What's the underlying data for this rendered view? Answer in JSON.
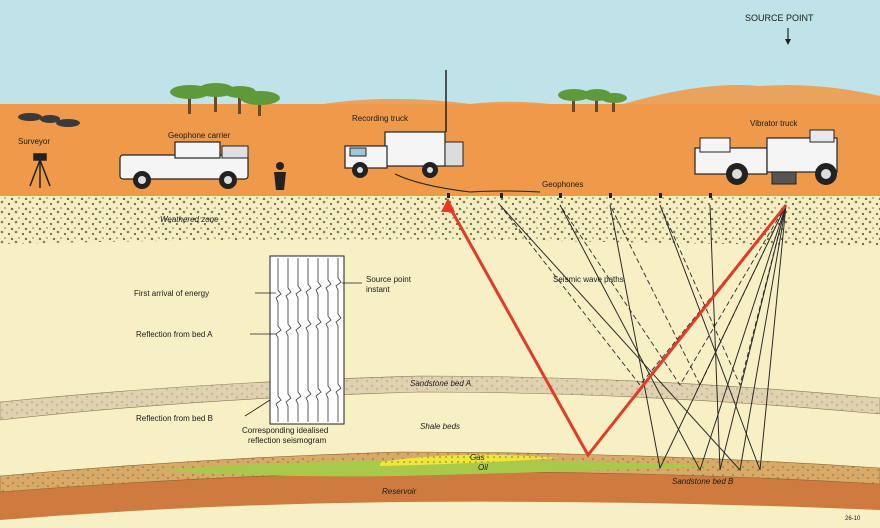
{
  "diagram": {
    "figure_number": "26-10",
    "labels": {
      "source_point": "SOURCE POINT",
      "surveyor": "Surveyor",
      "geophone_carrier": "Geophone carrier",
      "recording_truck": "Recording truck",
      "vibrator_truck": "Vibrator truck",
      "geophones": "Geophones",
      "weathered_zone": "Weathered zone",
      "seismic_wave_paths": "Seismic wave paths",
      "first_arrival": "First arrival of energy",
      "reflection_bed_a": "Reflection from bed A",
      "reflection_bed_b": "Reflection from bed B",
      "source_point_instant_line1": "Source point",
      "source_point_instant_line2": "instant",
      "seismogram_caption_line1": "Corresponding idealised",
      "seismogram_caption_line2": "reflection seismogram",
      "sandstone_bed_a": "Sandstone bed A",
      "shale_beds": "Shale beds",
      "gas": "Gas",
      "oil": "Oil",
      "sandstone_bed_b": "Sandstone bed B",
      "reservoir": "Reservoir"
    },
    "colors": {
      "sky": "#bfe3e8",
      "desert": "#ee9a4a",
      "hills": "#e9a35c",
      "weathered_zone": "#f3efc2",
      "subsurface": "#f7f0c4",
      "sandstone_a": "#e0d2b0",
      "sandstone_b": "#d8aa68",
      "reservoir": "#cf7a3e",
      "gas": "#f2e53a",
      "oil": "#a9c94a",
      "ray_main": "#e03c28",
      "ray": "#2a2a2a",
      "trees": "#5f9a3a"
    }
  }
}
